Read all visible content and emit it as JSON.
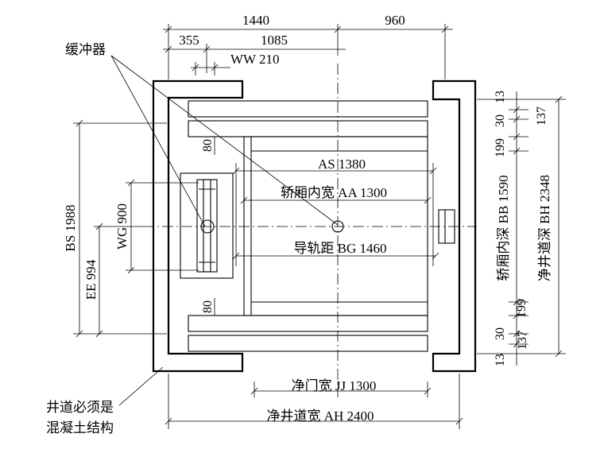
{
  "dimensions": {
    "top_left": "1440",
    "top_right": "960",
    "left_offset": "355",
    "center_span": "1085",
    "ww": "WW 210",
    "as": "AS 1380",
    "aa": "轿厢内宽 AA 1300",
    "bg": "导轨距 BG 1460",
    "jj": "净门宽 JJ 1300",
    "ah": "净井道宽 AH 2400",
    "bs": "BS 1988",
    "wg": "WG 900",
    "ee": "EE 994",
    "gap_top": "80",
    "gap_bottom": "80",
    "bb": "轿厢内深 BB 1590",
    "bh": "净井道深 BH 2348",
    "r13_top": "13",
    "r30_top": "30",
    "r199_top": "199",
    "r137_top": "137",
    "r199_bottom": "199",
    "r137_bottom": "137",
    "r30_bottom": "30",
    "r13_bottom": "13"
  },
  "notes": {
    "buffer": "缓冲器",
    "concrete_line1": "井道必须是",
    "concrete_line2": "混凝土结构"
  }
}
